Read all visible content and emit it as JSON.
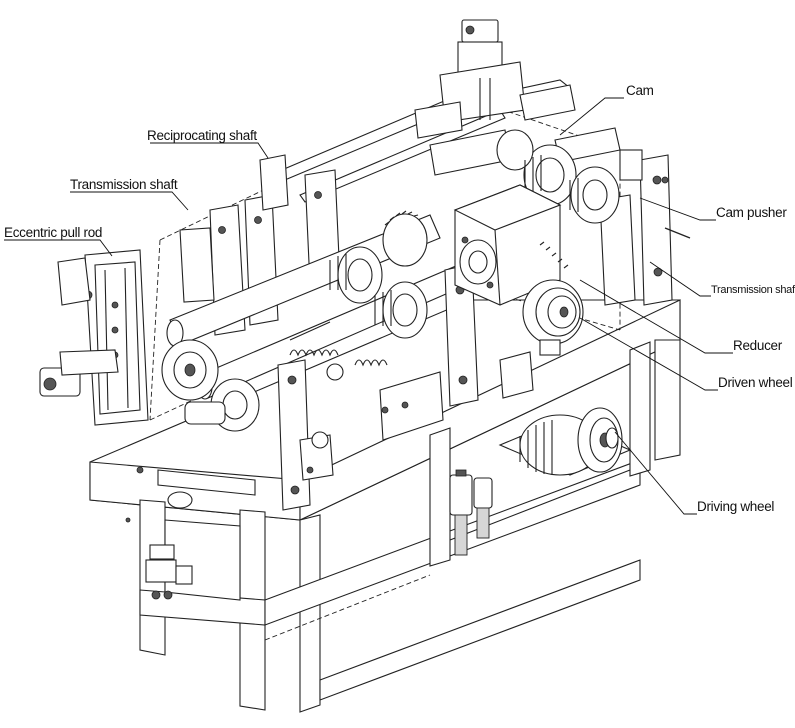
{
  "labels": {
    "reciprocating_shaft": "Reciprocating shaft",
    "transmission_shaft_left": "Transmission shaft",
    "eccentric_pull_rod": "Eccentric pull rod",
    "cam": "Cam",
    "cam_pusher": "Cam pusher",
    "transmission_shaft_right": "Transmission shaft",
    "reducer": "Reducer",
    "driven_wheel": "Driven wheel",
    "driving_wheel": "Driving wheel"
  }
}
